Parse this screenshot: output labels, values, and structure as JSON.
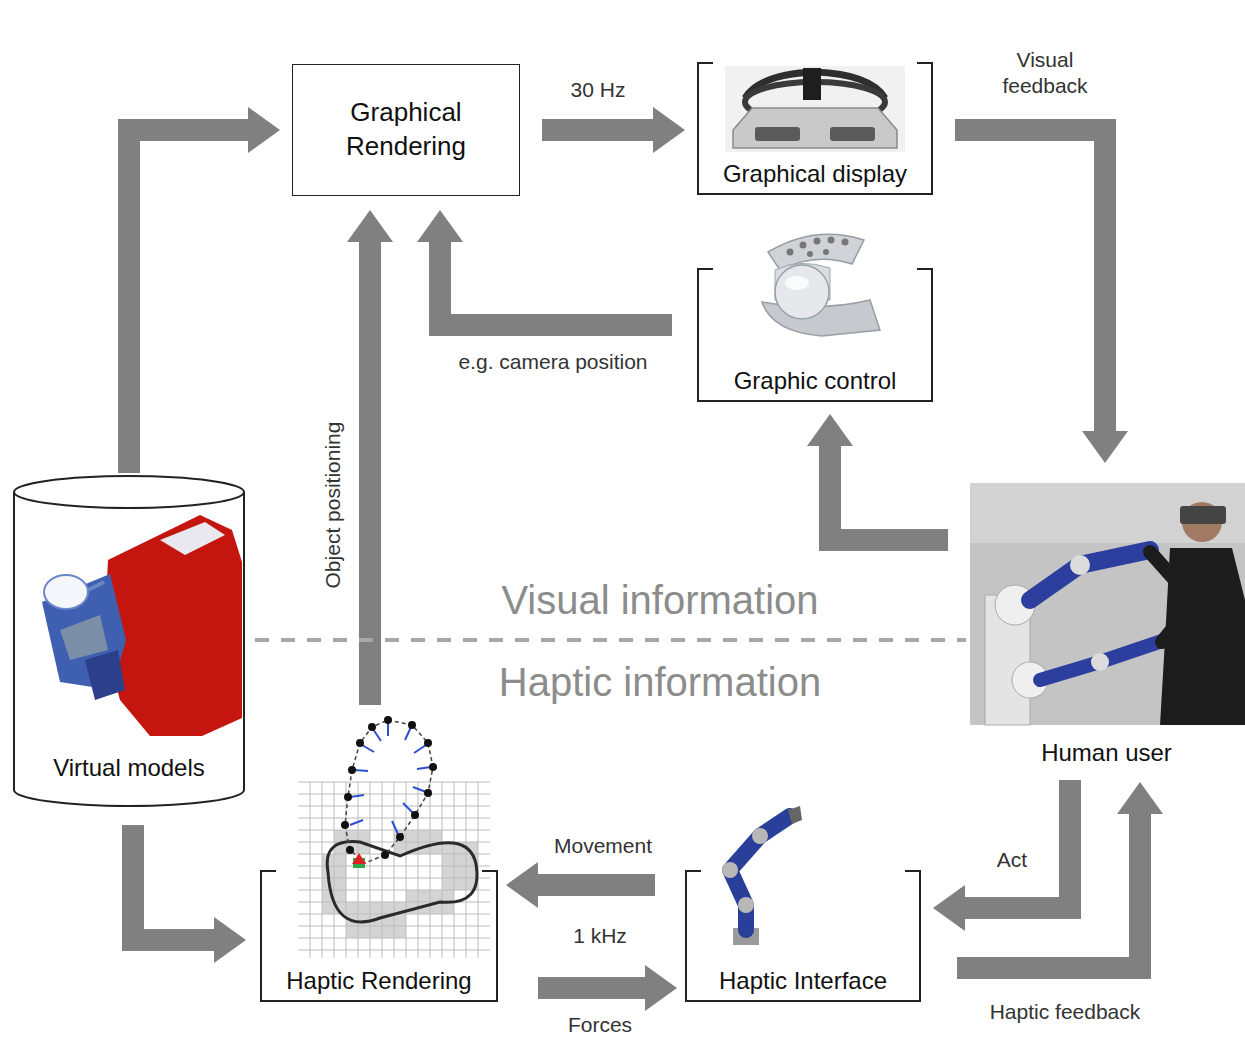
{
  "diagram": {
    "nodes": [
      {
        "text": [
          "Graphical Rendering"
        ]
      },
      {
        "text": [
          "Graphical display"
        ]
      },
      {
        "text": [
          "Graphic control"
        ]
      },
      {
        "text": [
          "Virtual models"
        ]
      },
      {
        "text": [
          "Human user"
        ]
      },
      {
        "text": [
          "Haptic Rendering"
        ]
      },
      {
        "text": [
          "Haptic Interface"
        ]
      }
    ],
    "edges": [
      {
        "from": 3,
        "to": 0,
        "arrow": "to"
      },
      {
        "from": 0,
        "to": 1,
        "label": "30 Hz",
        "arrow": "to"
      },
      {
        "from": 1,
        "to": 4,
        "label": "Visual feedback",
        "arrow": "to"
      },
      {
        "from": 4,
        "to": 2,
        "arrow": "to"
      },
      {
        "from": 2,
        "to": 0,
        "label": "e.g. camera position",
        "arrow": "to"
      },
      {
        "from": 5,
        "to": 0,
        "label": "Object positioning",
        "arrow": "to"
      },
      {
        "from": 3,
        "to": 5,
        "arrow": "to"
      },
      {
        "from": 6,
        "to": 5,
        "label": "Movement",
        "arrow": "to"
      },
      {
        "from": 5,
        "to": 6,
        "label": "Forces",
        "arrow": "to"
      },
      {
        "from": 4,
        "to": 6,
        "label": "Act",
        "arrow": "to"
      },
      {
        "from": 6,
        "to": 4,
        "label": "Haptic feedback",
        "arrow": "to"
      }
    ],
    "labels": [
      "1 kHz",
      "Visual information",
      "Haptic information"
    ]
  }
}
